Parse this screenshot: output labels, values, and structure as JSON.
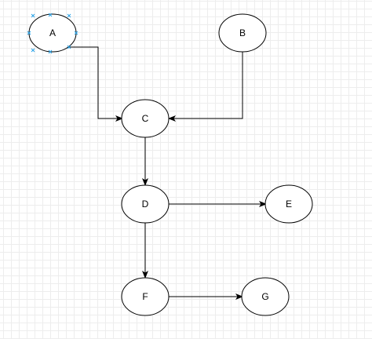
{
  "diagram": {
    "nodes": [
      {
        "id": "A",
        "label": "A",
        "selected": true
      },
      {
        "id": "B",
        "label": "B"
      },
      {
        "id": "C",
        "label": "C"
      },
      {
        "id": "D",
        "label": "D"
      },
      {
        "id": "E",
        "label": "E"
      },
      {
        "id": "F",
        "label": "F"
      },
      {
        "id": "G",
        "label": "G"
      }
    ],
    "edges": [
      {
        "from": "A",
        "to": "C"
      },
      {
        "from": "B",
        "to": "C"
      },
      {
        "from": "C",
        "to": "D"
      },
      {
        "from": "D",
        "to": "E"
      },
      {
        "from": "D",
        "to": "F"
      },
      {
        "from": "F",
        "to": "G"
      }
    ],
    "colors": {
      "stroke": "#000000",
      "fill": "#ffffff",
      "grid": "#ededed",
      "selection_handle": "#29a3e8"
    }
  }
}
